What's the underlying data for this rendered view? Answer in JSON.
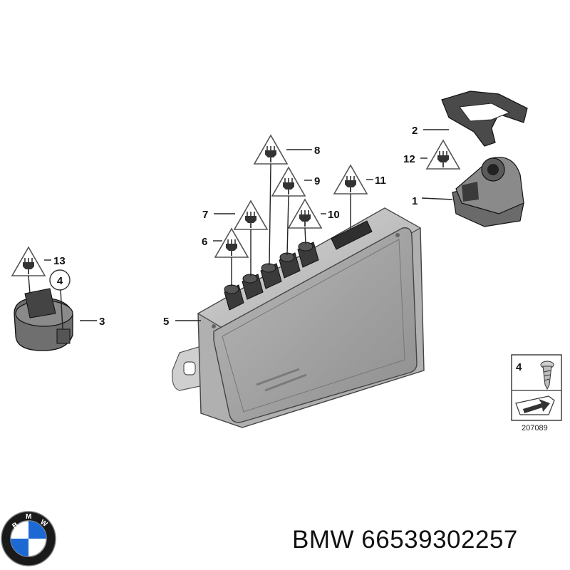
{
  "diagram": {
    "callouts": {
      "c1": "1",
      "c2": "2",
      "c3": "3",
      "c4": "4",
      "c5": "5",
      "c6": "6",
      "c7": "7",
      "c8": "8",
      "c9": "9",
      "c10": "10",
      "c11": "11",
      "c12": "12",
      "c13": "13"
    },
    "legend": {
      "item_number": "4",
      "reference_code": "207089"
    }
  },
  "footer": {
    "brand": "BMW",
    "part_number": "66539302257",
    "text": "BMW 66539302257"
  },
  "logo": {
    "lettering": "BMW"
  },
  "colors": {
    "logo_blue": "#1c69d4",
    "part_gray": "#9a9a9a",
    "connector_dark": "#3a3a3a"
  }
}
